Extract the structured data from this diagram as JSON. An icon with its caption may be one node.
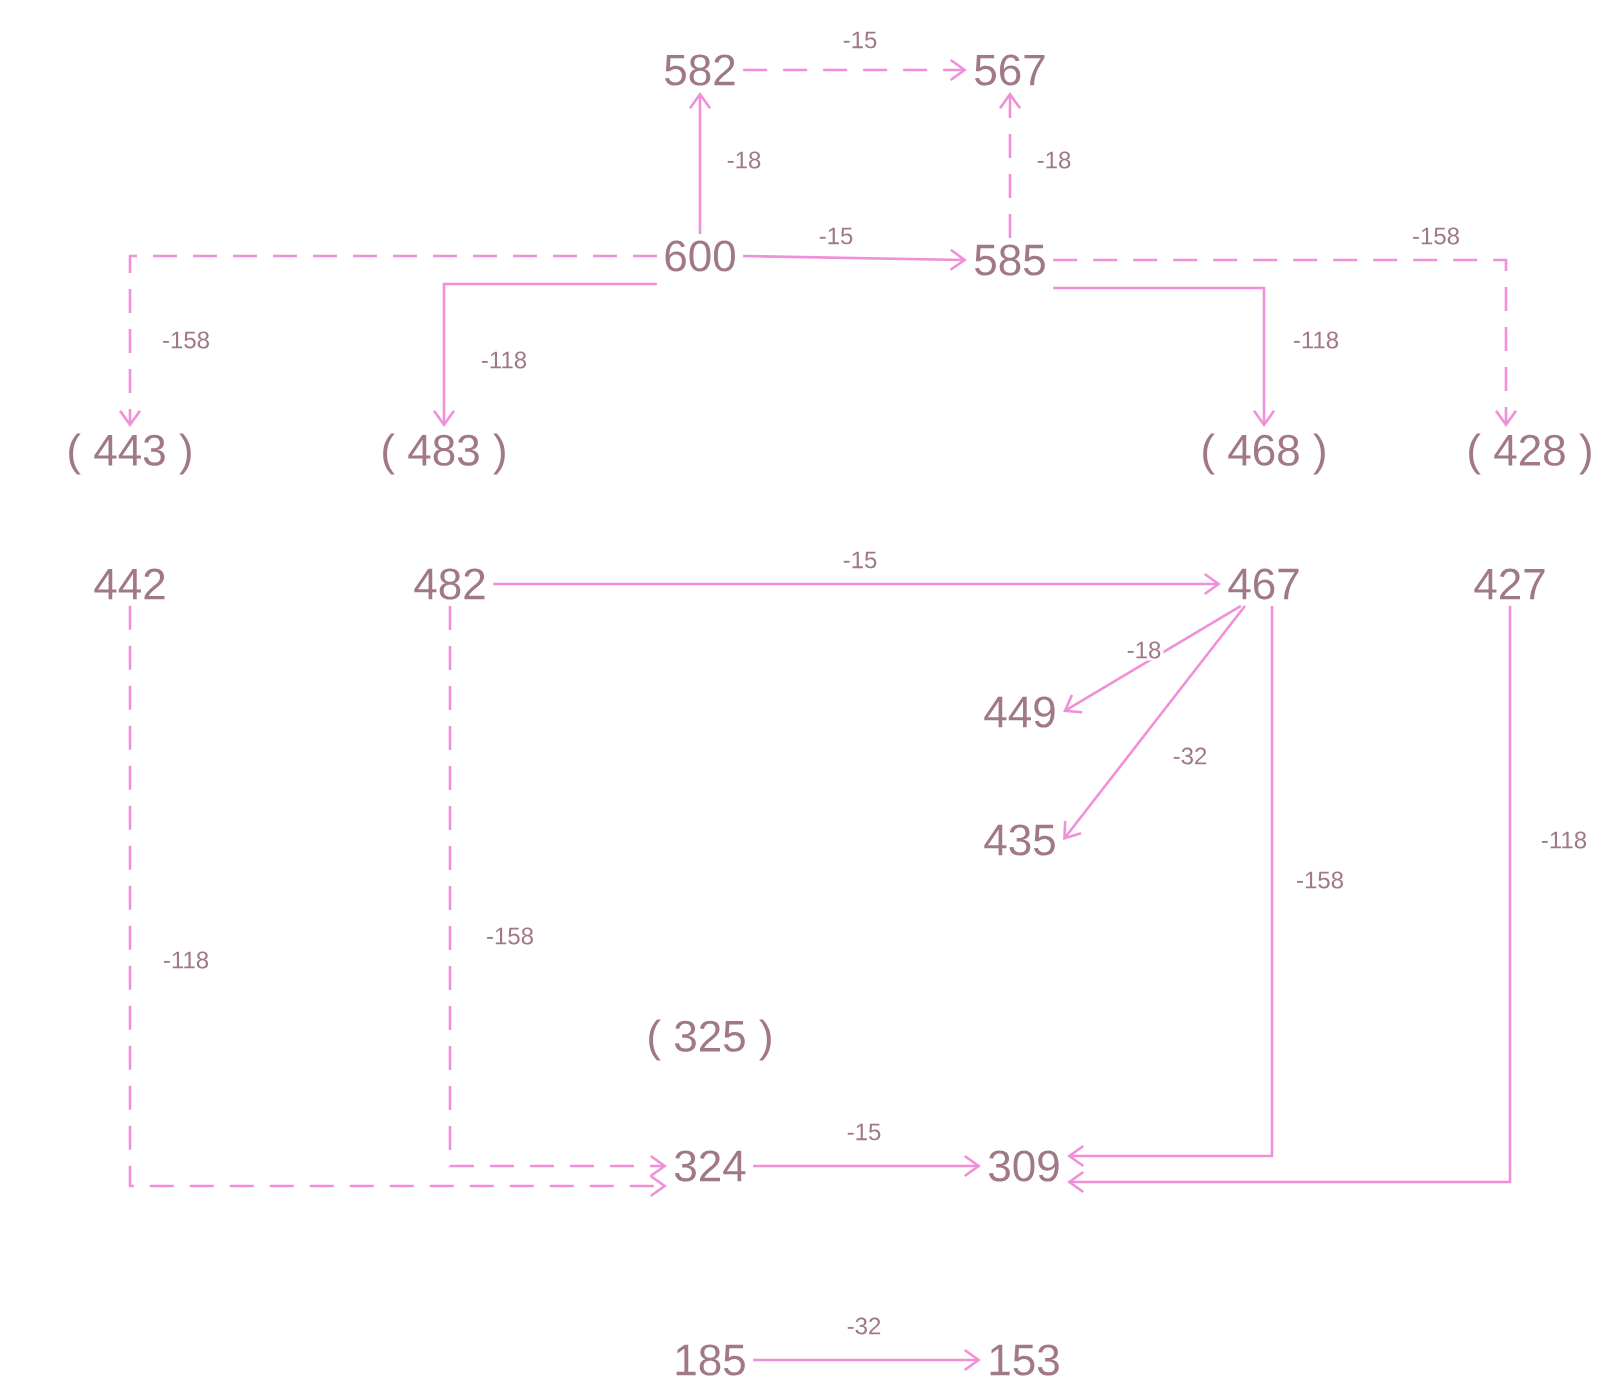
{
  "diagram": {
    "nodes": [
      {
        "text": [
          "582"
        ]
      },
      {
        "text": [
          "567"
        ]
      },
      {
        "text": [
          "600"
        ]
      },
      {
        "text": [
          "585"
        ]
      },
      {
        "text": [
          "( 443 )"
        ]
      },
      {
        "text": [
          "( 483 )"
        ]
      },
      {
        "text": [
          "( 468 )"
        ]
      },
      {
        "text": [
          "( 428 )"
        ]
      },
      {
        "text": [
          "442"
        ]
      },
      {
        "text": [
          "482"
        ]
      },
      {
        "text": [
          "467"
        ]
      },
      {
        "text": [
          "427"
        ]
      },
      {
        "text": [
          "449"
        ]
      },
      {
        "text": [
          "435"
        ]
      },
      {
        "text": [
          "( 325 )"
        ]
      },
      {
        "text": [
          "324"
        ]
      },
      {
        "text": [
          "309"
        ]
      },
      {
        "text": [
          "185"
        ]
      },
      {
        "text": [
          "153"
        ]
      }
    ],
    "edges": [
      {
        "from": 0,
        "to": 1,
        "arrow": "to",
        "label": "-15",
        "style": "dashed"
      },
      {
        "from": 2,
        "to": 0,
        "arrow": "to",
        "label": "-18"
      },
      {
        "from": 3,
        "to": 1,
        "arrow": "to",
        "label": "-18",
        "style": "dashed"
      },
      {
        "from": 2,
        "to": 3,
        "arrow": "to",
        "label": "-15"
      },
      {
        "from": 2,
        "to": 4,
        "arrow": "to",
        "label": "-158",
        "style": "dashed"
      },
      {
        "from": 2,
        "to": 5,
        "arrow": "to",
        "label": "-118"
      },
      {
        "from": 3,
        "to": 6,
        "arrow": "to",
        "label": "-118"
      },
      {
        "from": 3,
        "to": 7,
        "arrow": "to",
        "label": "-158",
        "style": "dashed"
      },
      {
        "from": 9,
        "to": 10,
        "arrow": "to",
        "label": "-15"
      },
      {
        "from": 10,
        "to": 12,
        "arrow": "to",
        "label": "-18"
      },
      {
        "from": 10,
        "to": 13,
        "arrow": "to",
        "label": "-32"
      },
      {
        "from": 10,
        "to": 16,
        "arrow": "to",
        "label": "-158"
      },
      {
        "from": 11,
        "to": 16,
        "arrow": "to",
        "label": "-118"
      },
      {
        "from": 8,
        "to": 15,
        "arrow": "to",
        "label": "-118",
        "style": "dashed"
      },
      {
        "from": 9,
        "to": 15,
        "arrow": "to",
        "label": "-158",
        "style": "dashed"
      },
      {
        "from": 15,
        "to": 16,
        "arrow": "to",
        "label": "-15"
      },
      {
        "from": 17,
        "to": 18,
        "arrow": "to",
        "label": "-32"
      }
    ]
  }
}
